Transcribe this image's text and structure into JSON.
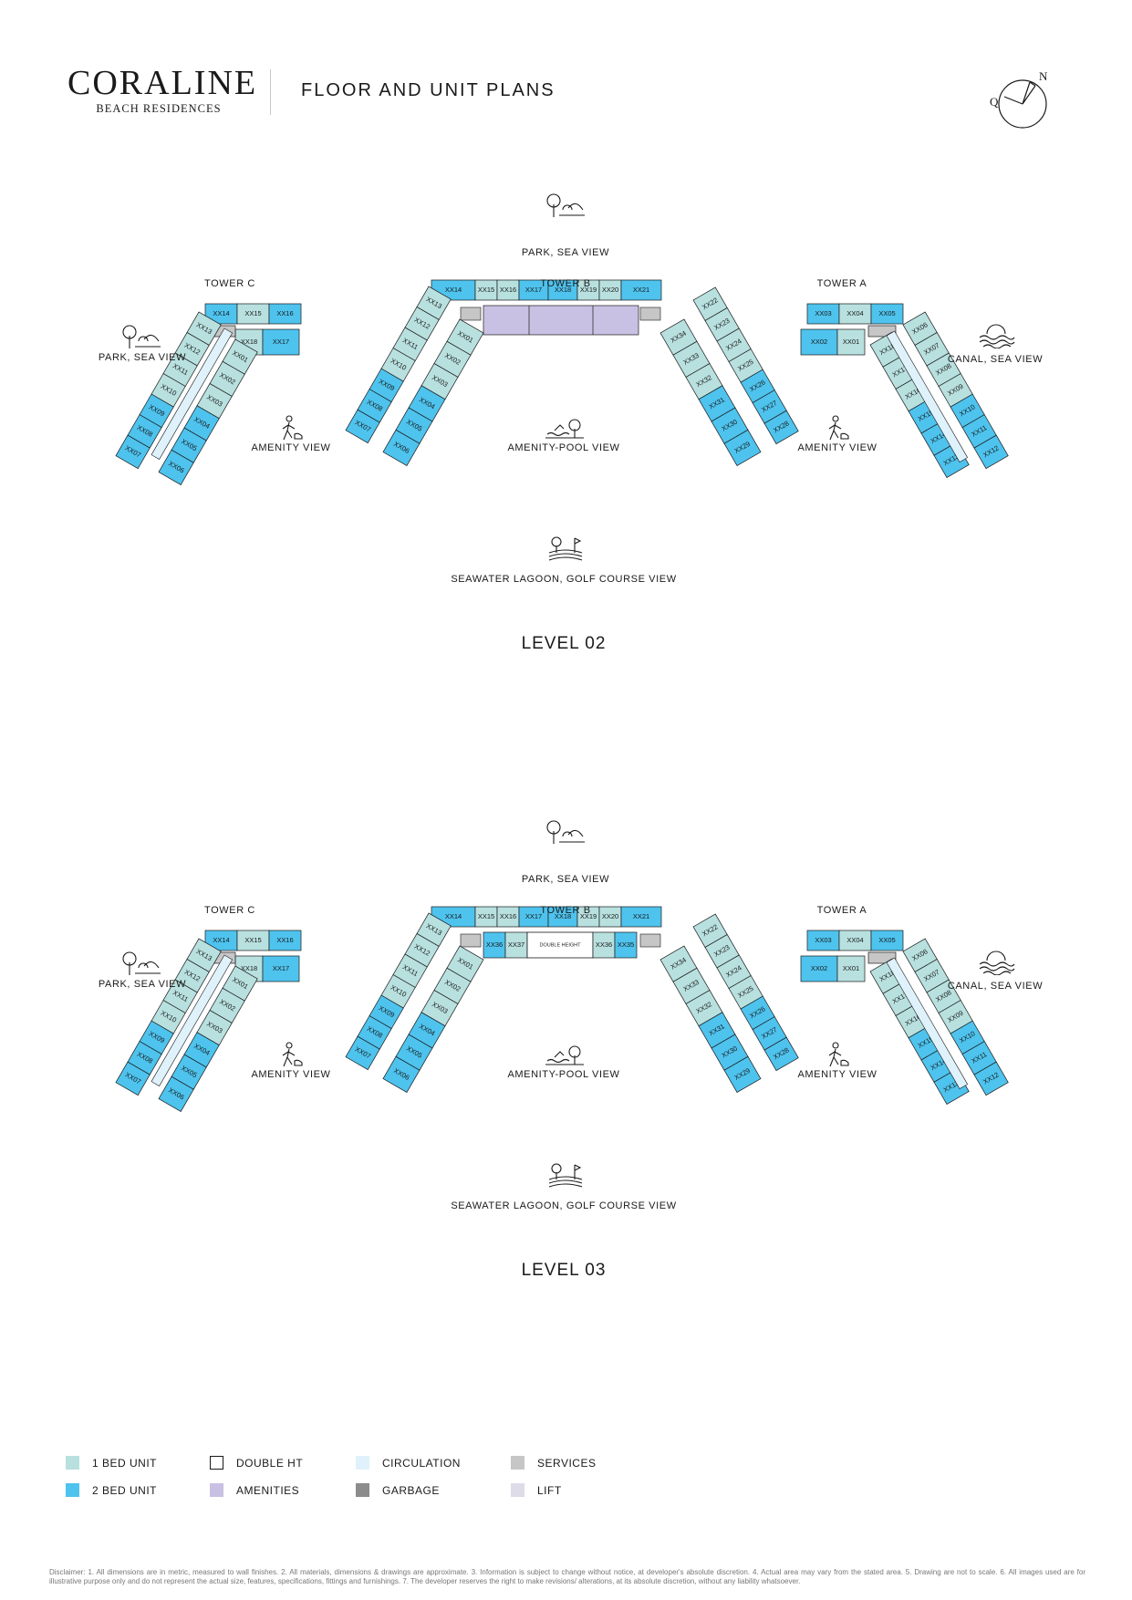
{
  "brand": {
    "name": "CORALINE",
    "sub": "BEACH RESIDENCES"
  },
  "doc_title": "FLOOR AND UNIT PLANS",
  "compass": {
    "n": "N",
    "q": "Q"
  },
  "colors": {
    "one_bed": "#b8e0df",
    "two_bed": "#4ec3ee",
    "double_ht": "#ffffff",
    "amenities": "#c9c1e3",
    "circulation": "#dff2fb",
    "garbage": "#8c8c8c",
    "services": "#c6c6c6",
    "lift": "#dedce9",
    "outline": "#1a1a1a"
  },
  "views": {
    "top": "PARK, SEA VIEW",
    "left": "PARK, SEA VIEW",
    "right": "CANAL, SEA VIEW",
    "amenity": "AMENITY VIEW",
    "pool": "AMENITY-POOL VIEW",
    "bottom": "SEAWATER LAGOON, GOLF COURSE VIEW"
  },
  "towers": {
    "c": "TOWER C",
    "b": "TOWER B",
    "a": "TOWER A"
  },
  "levels": [
    {
      "title": "LEVEL 02",
      "center_label": "",
      "tower_c": {
        "top": [
          "XX14",
          "XX15",
          "XX16"
        ],
        "top2": [
          "XX18",
          "XX17"
        ],
        "outer": [
          "XX13",
          "XX12",
          "XX11",
          "XX10",
          "XX09",
          "XX08",
          "XX07"
        ],
        "inner": [
          "XX01",
          "XX02",
          "XX03",
          "XX04",
          "XX05",
          "XX06"
        ]
      },
      "tower_b": {
        "top": [
          "XX14",
          "XX15",
          "XX16",
          "XX17",
          "XX18",
          "XX19",
          "XX20",
          "XX21"
        ],
        "left_outer": [
          "XX13",
          "XX12",
          "XX11",
          "XX10",
          "XX09",
          "XX08",
          "XX07"
        ],
        "left_inner": [
          "XX01",
          "XX02",
          "XX03",
          "XX04",
          "XX05",
          "XX06"
        ],
        "right_outer": [
          "XX22",
          "XX23",
          "XX24",
          "XX25",
          "XX26",
          "XX27",
          "XX28"
        ],
        "right_inner": [
          "XX34",
          "XX33",
          "XX32",
          "XX31",
          "XX30",
          "XX29"
        ],
        "mid": []
      },
      "tower_a": {
        "top": [
          "XX03",
          "XX04",
          "XX05"
        ],
        "top2": [
          "XX02",
          "XX01"
        ],
        "outer": [
          "XX06",
          "XX07",
          "XX08",
          "XX09",
          "XX10",
          "XX11",
          "XX12"
        ],
        "inner": [
          "XX18",
          "XX17",
          "XX16",
          "XX15",
          "XX14",
          "XX13"
        ]
      }
    },
    {
      "title": "LEVEL 03",
      "center_label": "DOUBLE HEIGHT",
      "tower_c": {
        "top": [
          "XX14",
          "XX15",
          "XX16"
        ],
        "top2": [
          "XX18",
          "XX17"
        ],
        "outer": [
          "XX13",
          "XX12",
          "XX11",
          "XX10",
          "XX09",
          "XX08",
          "XX07"
        ],
        "inner": [
          "XX01",
          "XX02",
          "XX03",
          "XX04",
          "XX05",
          "XX06"
        ]
      },
      "tower_b": {
        "top": [
          "XX14",
          "XX15",
          "XX16",
          "XX17",
          "XX18",
          "XX19",
          "XX20",
          "XX21"
        ],
        "left_outer": [
          "XX13",
          "XX12",
          "XX11",
          "XX10",
          "XX09",
          "XX08",
          "XX07"
        ],
        "left_inner": [
          "XX01",
          "XX02",
          "XX03",
          "XX04",
          "XX05",
          "XX06"
        ],
        "right_outer": [
          "XX22",
          "XX23",
          "XX24",
          "XX25",
          "XX26",
          "XX27",
          "XX28"
        ],
        "right_inner": [
          "XX34",
          "XX33",
          "XX32",
          "XX31",
          "XX30",
          "XX29"
        ],
        "mid": [
          "XX36",
          "XX37",
          "XX36",
          "XX35"
        ]
      },
      "tower_a": {
        "top": [
          "XX03",
          "XX04",
          "XX05"
        ],
        "top2": [
          "XX02",
          "XX01"
        ],
        "outer": [
          "XX06",
          "XX07",
          "XX08",
          "XX09",
          "XX10",
          "XX11",
          "XX12"
        ],
        "inner": [
          "XX18",
          "XX17",
          "XX16",
          "XX15",
          "XX14",
          "XX13"
        ]
      }
    }
  ],
  "legend": [
    {
      "label": "1 BED UNIT",
      "color": "#b8e0df"
    },
    {
      "label": "2 BED UNIT",
      "color": "#4ec3ee"
    },
    {
      "label": "DOUBLE HT",
      "color": "#ffffff"
    },
    {
      "label": "AMENITIES",
      "color": "#c9c1e3"
    },
    {
      "label": "CIRCULATION",
      "color": "#dff2fb"
    },
    {
      "label": "GARBAGE",
      "color": "#8c8c8c"
    },
    {
      "label": "SERVICES",
      "color": "#c6c6c6"
    },
    {
      "label": "LIFT",
      "color": "#dedce9"
    }
  ],
  "disclaimer": "Disclaimer: 1. All dimensions are in metric, measured to wall finishes. 2. All materials, dimensions & drawings are approximate. 3. Information is subject to change without notice, at developer's absolute discretion. 4. Actual area may vary from the stated area. 5. Drawing are not to scale. 6. All images used are for illustrative purpose only and do not represent the actual size, features, specifications, fittings and furnishings. 7. The developer reserves the right to make revisions/ alterations, at its absolute discretion, without any liability whatsoever."
}
